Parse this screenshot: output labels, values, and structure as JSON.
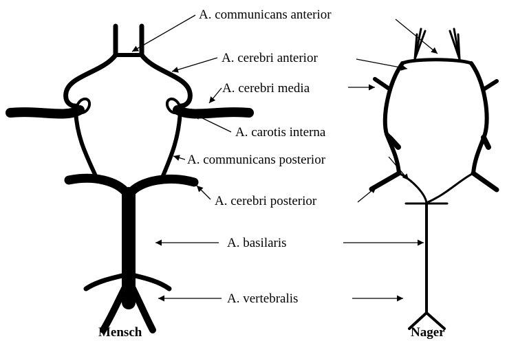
{
  "labels": {
    "communicans_anterior": "A. communicans anterior",
    "cerebri_anterior": "A. cerebri anterior",
    "cerebri_media": "A. cerebri media",
    "carotis_interna": "A. carotis interna",
    "communicans_posterior": "A. communicans posterior",
    "cerebri_posterior": "A. cerebri posterior",
    "basilaris": "A. basilaris",
    "vertebralis": "A. vertebralis"
  },
  "captions": {
    "left": "Mensch",
    "right": "Nager"
  }
}
